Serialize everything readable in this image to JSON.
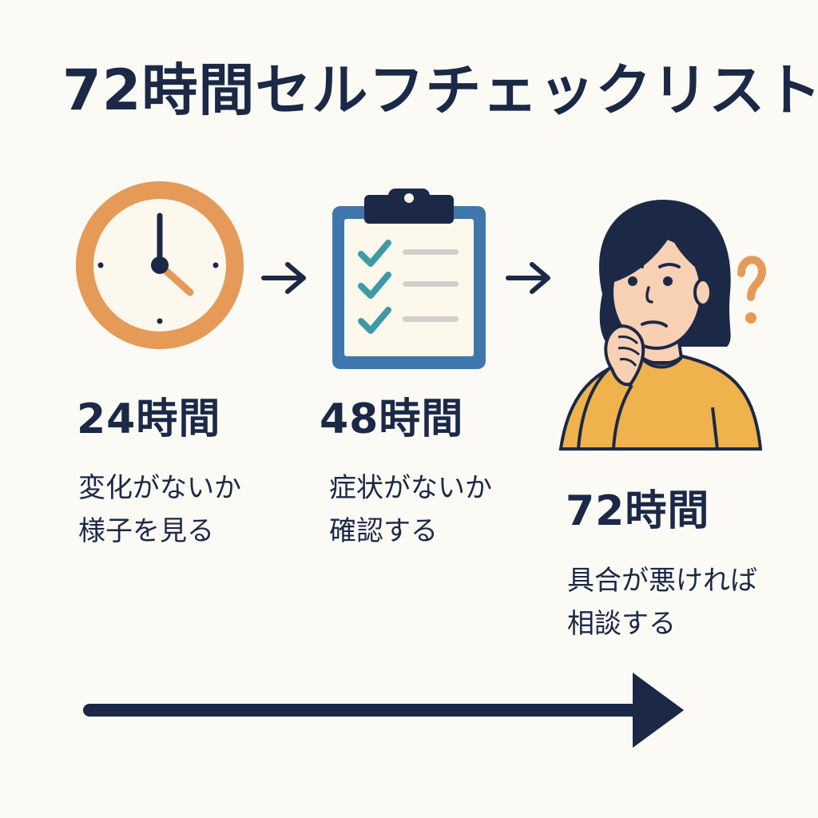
{
  "title": "72時間セルフチェックリスト",
  "steps": [
    {
      "label": "24時間",
      "desc_line1": "変化がないか",
      "desc_line2": "様子を見る",
      "icon": "clock-icon"
    },
    {
      "label": "48時間",
      "desc_line1": "症状がないか",
      "desc_line2": "確認する",
      "icon": "clipboard-checklist-icon"
    },
    {
      "label": "72時間",
      "desc_line1": "具合が悪ければ",
      "desc_line2": "相談する",
      "icon": "worried-woman-icon"
    }
  ],
  "colors": {
    "navy": "#1b2947",
    "orange": "#e59a57",
    "clipboard_blue": "#3f77ad",
    "check_teal": "#3f9aa8",
    "sweater_yellow": "#efb24c",
    "skin": "#f8d0b3",
    "background": "#fbfaf5"
  }
}
